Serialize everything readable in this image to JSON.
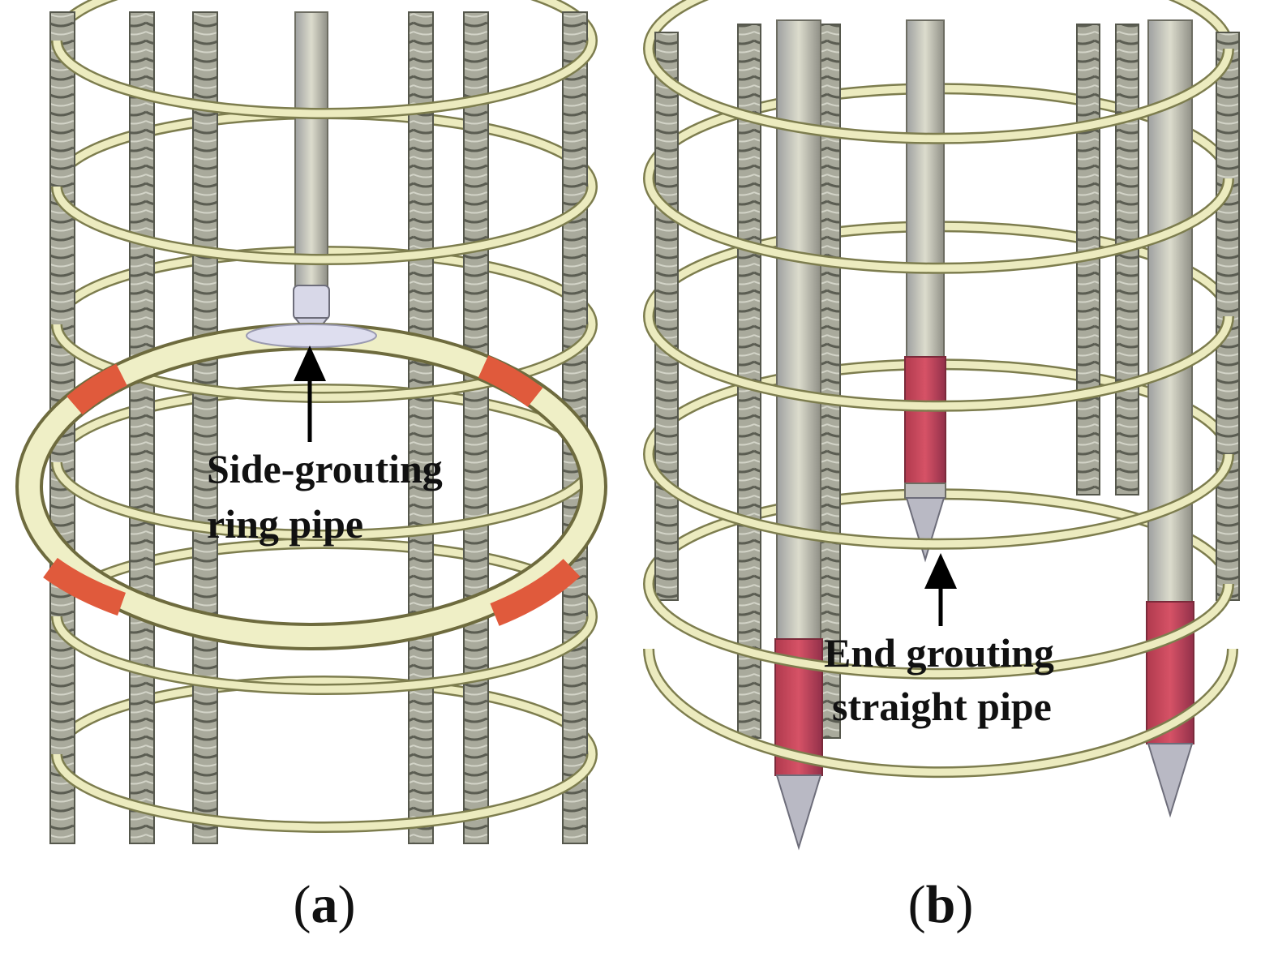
{
  "panels": [
    {
      "id": "a",
      "label": "a",
      "callout": {
        "lines": [
          "Side-grouting",
          "ring pipe"
        ]
      }
    },
    {
      "id": "b",
      "label": "b",
      "callout": {
        "lines": [
          "End grouting",
          "straight pipe"
        ]
      }
    }
  ],
  "colors": {
    "hoop": "#ecebbf",
    "hoop_edge": "#7d7d4e",
    "rebar": "#a9aa9c",
    "rebar_edge": "#55574c",
    "pipe": "#c9c9ba",
    "pipe_edge": "#6d6d62",
    "grout_section": "#c8455a",
    "ring_grout_section": "#e05a3c",
    "arrow": "#000000"
  }
}
